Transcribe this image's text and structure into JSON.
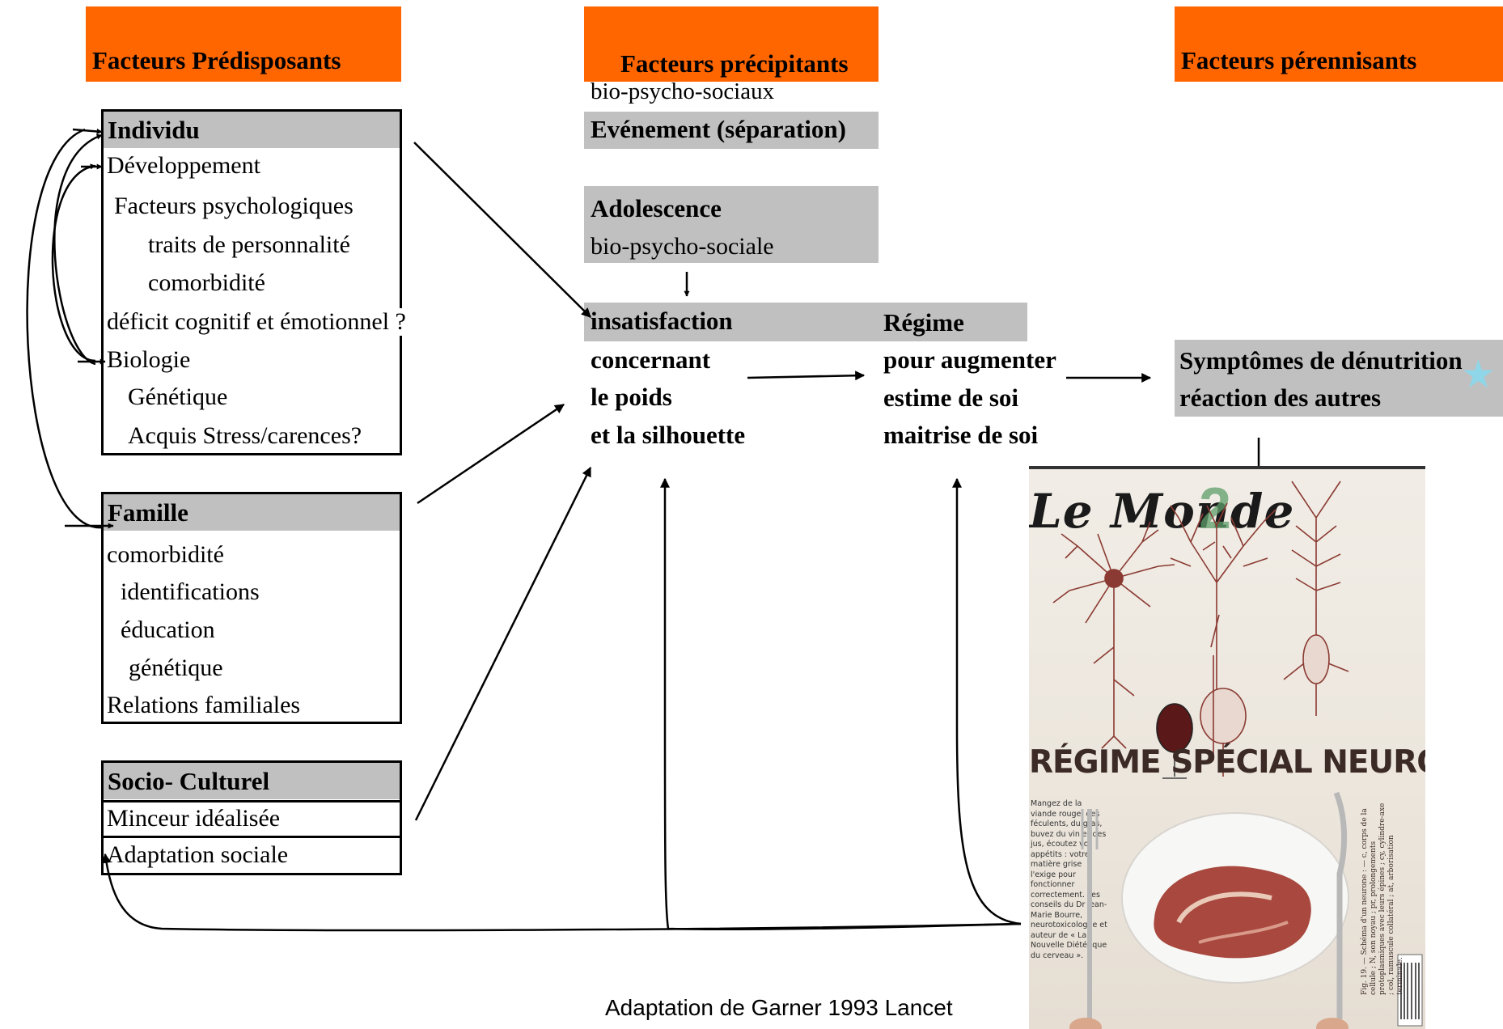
{
  "headers": {
    "predisposing": "Facteurs Prédisposants",
    "precipitating": "Facteurs précipitants",
    "perpetuating": "Facteurs pérennisants"
  },
  "precipitating": {
    "subtitle": "bio-psycho-sociaux",
    "event": "Evénement (séparation)",
    "adolescence_title": "Adolescence",
    "adolescence_sub": "bio-psycho-sociale"
  },
  "individu": {
    "title": "Individu",
    "lines": [
      "Développement",
      "Facteurs psychologiques",
      "traits de personnalité",
      "comorbidité",
      "déficit cognitif et émotionnel ?",
      "Biologie",
      "Génétique",
      "Acquis Stress/carences?"
    ]
  },
  "famille": {
    "title": "Famille",
    "lines": [
      "comorbidité",
      "identifications",
      "éducation",
      "génétique",
      "Relations familiales"
    ]
  },
  "socio": {
    "title": "Socio- Culturel",
    "lines": [
      "Minceur idéalisée",
      "Adaptation sociale"
    ]
  },
  "insatisfaction": {
    "lines": [
      "insatisfaction",
      "concernant",
      "le poids",
      "et la silhouette"
    ]
  },
  "regime": {
    "lines": [
      "Régime",
      "pour augmenter",
      "estime de soi",
      "maitrise de soi"
    ]
  },
  "symptomes": {
    "lines": [
      "Symptômes de dénutrition",
      "réaction des autres"
    ]
  },
  "magazine": {
    "logo": "Le Monde",
    "issue": "2",
    "headline": "RÉGIME SPÉCIAL NEURONES",
    "blurb": "Mangez de la viande rouge, des féculents, du gras, buvez du vin et des jus, écoutez vos appétits : votre matière grise l'exige pour fonctionner correctement. Les conseils du Dr Jean-Marie Bourre, neurotoxicologue et auteur de « La Nouvelle Diététique du cerveau ».",
    "caption": "Fig. 19. — Schéma d'un neurone : — c, corps de la cellule ; N, son noyau ; pr, prolongements protoplasmiques avec leurs épines ; cy, cylindre-axe ; col, ramuscule collatéral ; at, arborisation terminale."
  },
  "caption": "Adaptation de Garner 1993 Lancet",
  "colors": {
    "header": "#ff6600",
    "panel": "#c0c0c0"
  }
}
